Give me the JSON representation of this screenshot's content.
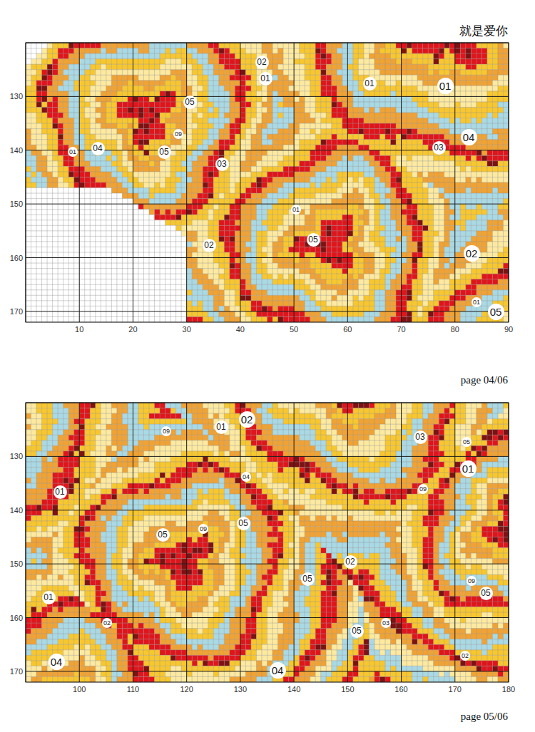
{
  "diagram": {
    "title": "就是爱你",
    "labels": [
      "02",
      "01",
      "01",
      "01",
      "05",
      "09",
      "04",
      "03",
      "01",
      "04",
      "05",
      "03",
      "01",
      "05",
      "02",
      "02",
      "01",
      "05",
      "130",
      "140",
      "150",
      "160",
      "170",
      "10",
      "20",
      "30",
      "40",
      "50",
      "60",
      "70",
      "80",
      "90",
      "page 04/06",
      "02",
      "01",
      "09",
      "03",
      "05",
      "01",
      "04",
      "01",
      "09",
      "05",
      "09",
      "05",
      "02",
      "05",
      "09",
      "05",
      "01",
      "02",
      "03",
      "05",
      "02",
      "04",
      "04",
      "130",
      "140",
      "150",
      "160",
      "170",
      "100",
      "110",
      "120",
      "130",
      "140",
      "150",
      "160",
      "170",
      "180",
      "page 05/06"
    ]
  }
}
